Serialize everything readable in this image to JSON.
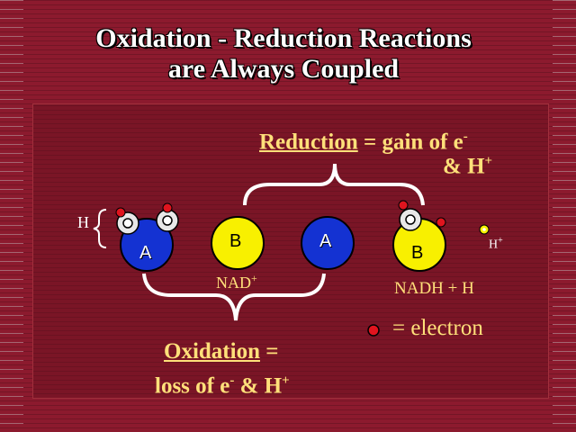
{
  "title": {
    "line1": "Oxidation - Reduction Reactions",
    "line2": "are Always Coupled"
  },
  "reduction": {
    "term": "Reduction",
    "definition": "= gain of e",
    "sup": "-",
    "line2_prefix": "& H",
    "line2_sup": "+"
  },
  "oxidation": {
    "term": "Oxidation",
    "eq": "=",
    "line2_prefix": "loss of e",
    "sup": "-",
    "line2_mid": " & H",
    "line2_sup": "+"
  },
  "hydrogen_label": "H",
  "molecules": {
    "a1": "A",
    "b1": "B",
    "a2": "A",
    "b2": "B"
  },
  "nad_label": {
    "text": "NAD",
    "sup": "+"
  },
  "nadh_label": "NADH + H",
  "h_plus": {
    "text": "H",
    "sup": "+"
  },
  "legend": {
    "text": "= electron"
  },
  "colors": {
    "background": "#8c1a2e",
    "molecule_a": "#1432d2",
    "molecule_b": "#f8f000",
    "electron": "#e0141e",
    "hydrogen": "#e8e8e8",
    "gold_text": "#ffe07a"
  }
}
